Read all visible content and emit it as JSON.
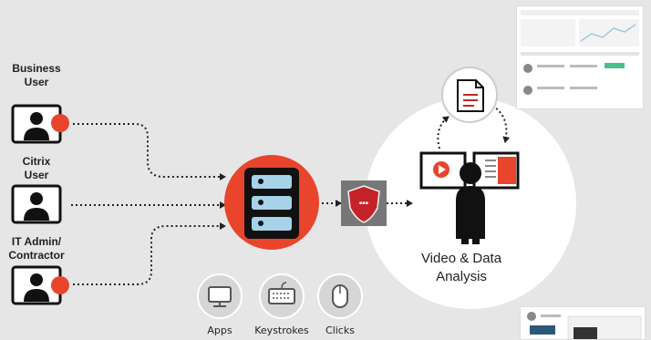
{
  "users": [
    {
      "label": "Business\nUser"
    },
    {
      "label": "Citrix\nUser"
    },
    {
      "label": "IT Admin/\nContractor"
    }
  ],
  "bottom_icons": [
    {
      "label": "Apps",
      "icon": "monitor-icon"
    },
    {
      "label": "Keystrokes",
      "icon": "keyboard-icon"
    },
    {
      "label": "Clicks",
      "icon": "mouse-icon"
    }
  ],
  "analysis_label": "Video & Data\nAnalysis",
  "colors": {
    "accent_red": "#e8452c",
    "server_bg": "#111111",
    "server_slot": "#a6d3ea",
    "shield": "#c4232a",
    "background": "#e6e6e6"
  }
}
